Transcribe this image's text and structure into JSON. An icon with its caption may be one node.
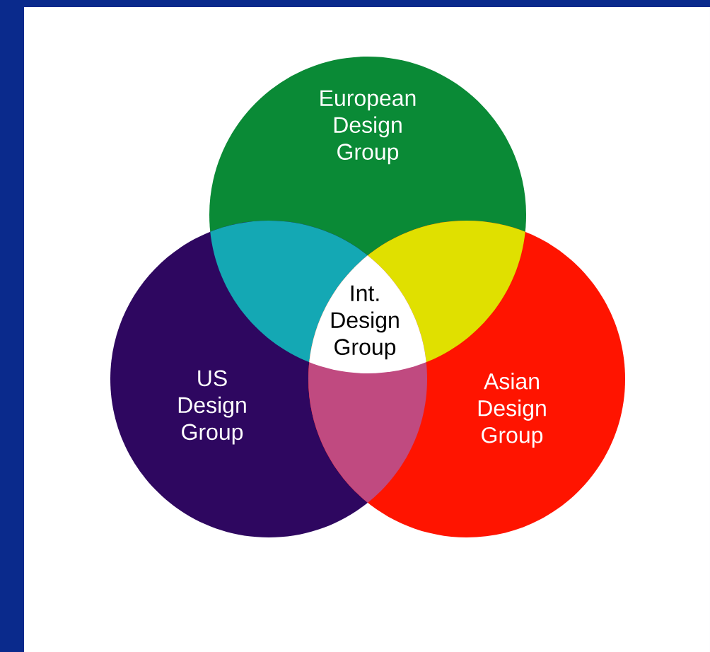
{
  "diagram": {
    "nodes": [
      {
        "text": [
          "European Design Group"
        ]
      },
      {
        "text": [
          "US Design Group"
        ]
      },
      {
        "text": [
          "Asian Design Group"
        ]
      },
      {
        "text": [
          "Int. Design Group"
        ]
      }
    ]
  }
}
